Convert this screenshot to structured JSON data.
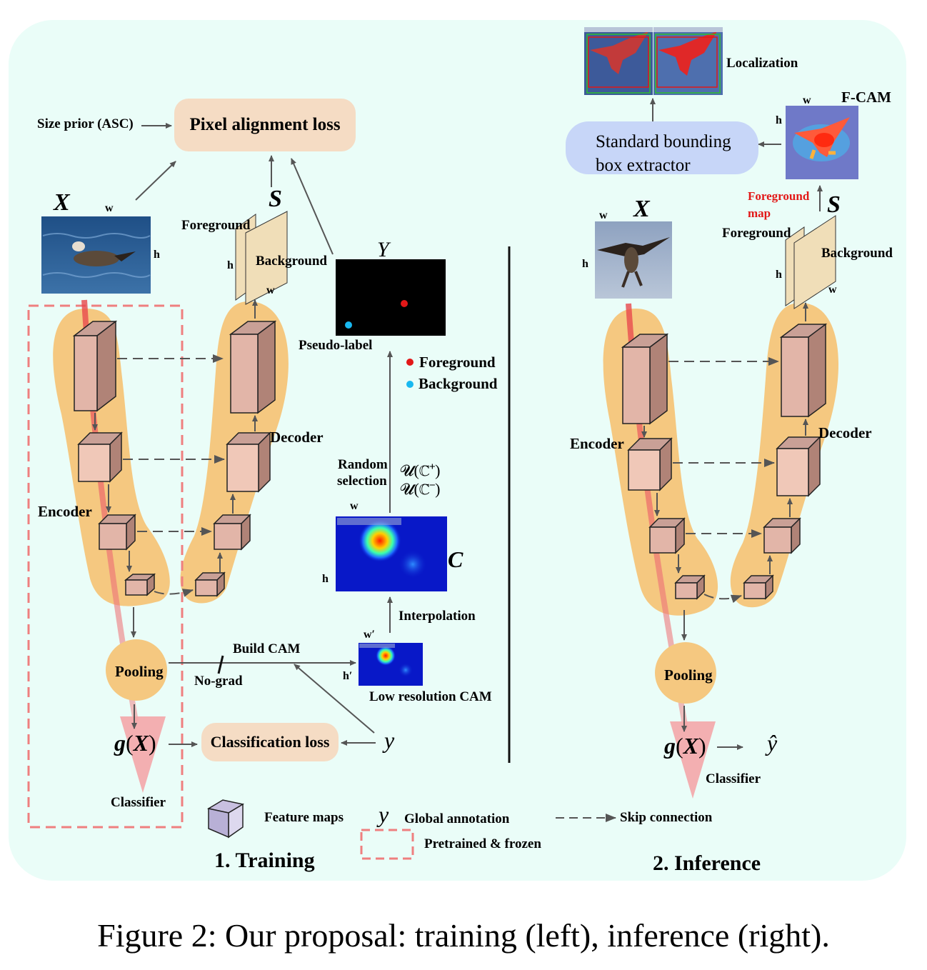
{
  "caption": "Figure 2: Our proposal: training (left), inference (right).",
  "training": {
    "title": "1. Training",
    "size_prior": "Size prior (ASC)",
    "pixel_alignment_loss": "Pixel alignment loss",
    "classification_loss": "Classification loss",
    "input_label": "X",
    "input_w": "w",
    "input_h": "h",
    "output_label": "S",
    "foreground": "Foreground",
    "background": "Background",
    "out_h": "h",
    "out_w": "w",
    "pseudo_title": "Y",
    "pseudo_label": "Pseudo-label",
    "legend_foreground": "Foreground",
    "legend_background": "Background",
    "random_selection_1": "Random",
    "random_selection_2": "selection",
    "uniform_pos": "𝓤(ℂ⁺)",
    "uniform_neg": "𝓤(ℂ⁻)",
    "cam_label": "C",
    "cam_w": "w",
    "cam_h": "h",
    "interpolation": "Interpolation",
    "decoder": "Decoder",
    "encoder": "Encoder",
    "pooling": "Pooling",
    "build_cam": "Build CAM",
    "no_grad": "No-grad",
    "low_res_w": "w′",
    "low_res_h": "h′",
    "low_res_cam": "Low resolution CAM",
    "global_y": "y",
    "gx_g": "g",
    "gx_x": "X",
    "classifier": "Classifier"
  },
  "inference": {
    "title": "2. Inference",
    "localization": "Localization",
    "fcam": "F-CAM",
    "fcam_w": "w",
    "fcam_h": "h",
    "bbox_line1": "Standard bounding",
    "bbox_line2": "box extractor",
    "fg_map_1": "Foreground",
    "fg_map_2": "map",
    "input_label": "X",
    "input_w": "w",
    "input_h": "h",
    "output_label": "S",
    "foreground": "Foreground",
    "background": "Background",
    "out_h": "h",
    "out_w": "w",
    "encoder": "Encoder",
    "decoder": "Decoder",
    "pooling": "Pooling",
    "gx_g": "g",
    "gx_x": "X",
    "y_hat": "ŷ",
    "classifier": "Classifier"
  },
  "legend": {
    "feature_maps": "Feature maps",
    "y_symbol": "y",
    "global_annotation": "Global annotation",
    "skip_connection": "Skip connection",
    "pretrained_frozen": "Pretrained & frozen"
  },
  "colors": {
    "panel_bg": "#eafdf8",
    "unet_orange": "#f5c880",
    "loss_box": "#f5dcc4",
    "bbox_box": "#c7d6f8",
    "frozen_dash": "#ef7f7f",
    "fg_dot": "#e21818",
    "bg_dot": "#18b8f0"
  }
}
